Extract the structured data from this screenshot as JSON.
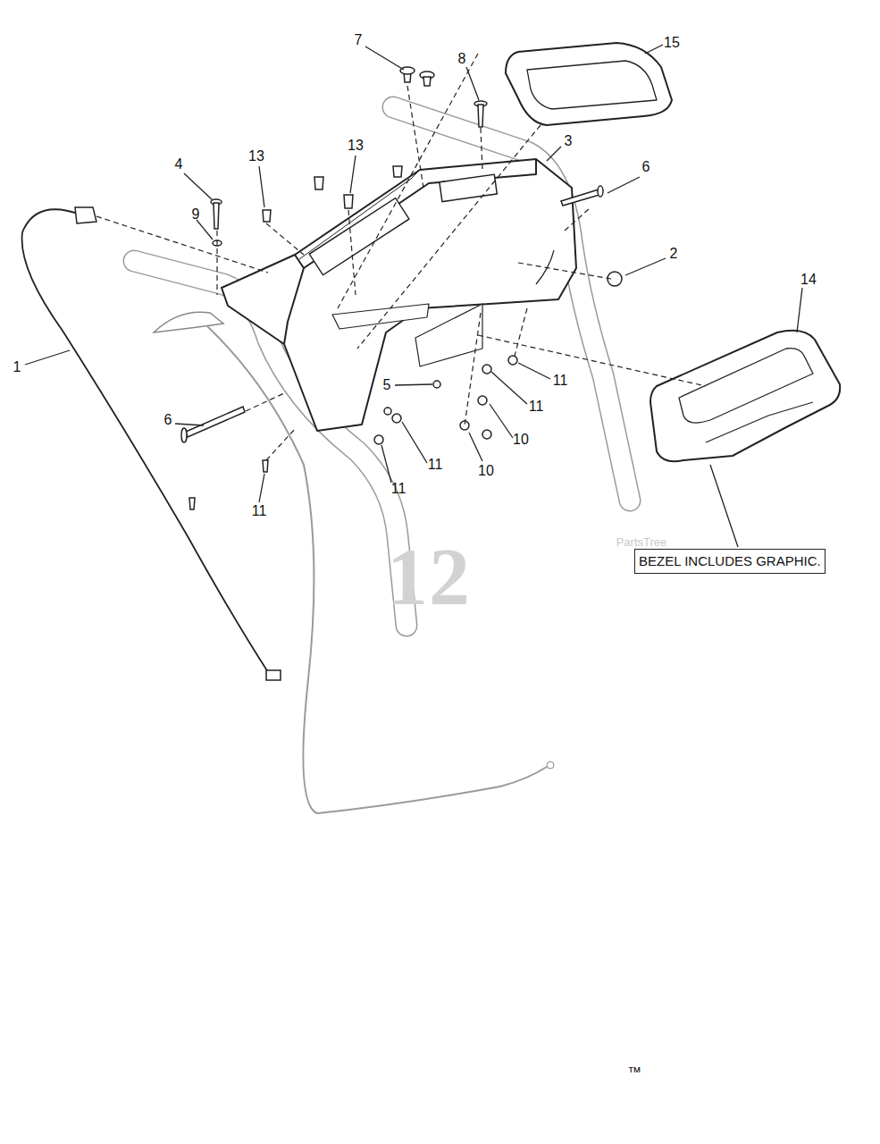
{
  "diagram": {
    "nodes": [
      {
        "text": [
          "BEZEL INCLUDES GRAPHIC."
        ]
      }
    ],
    "labels": [
      "7",
      "15",
      "8",
      "3",
      "13",
      "13",
      "4",
      "6",
      "9",
      "2",
      "14",
      "1",
      "5",
      "11",
      "11",
      "6",
      "10",
      "11",
      "10",
      "11",
      "11",
      "12",
      "PartsTree",
      "™"
    ]
  }
}
